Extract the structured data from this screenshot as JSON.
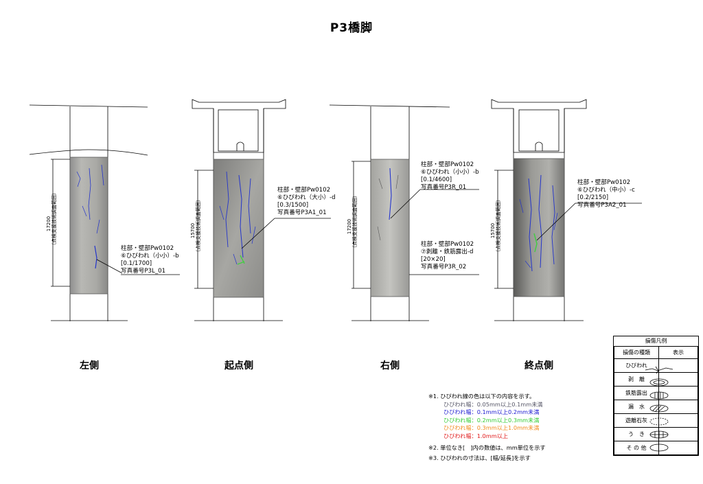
{
  "title": "P3橋脚",
  "views": [
    {
      "label": "左側",
      "dimension": "17200",
      "dim_note": "（点検支援技術調査範囲）",
      "annotations": [
        {
          "lines": [
            "柱部・壁部Pw0102",
            "⑥ひびわれ（小小）-b",
            "[0.1/1700]",
            "写真番号P3L_01"
          ]
        }
      ]
    },
    {
      "label": "起点側",
      "dimension": "15700",
      "dim_note": "（点検支援技術調査範囲）",
      "annotations": [
        {
          "lines": [
            "柱部・壁部Pw0102",
            "⑥ひびわれ（大小）-d",
            "[0.3/1500]",
            "写真番号P3A1_01"
          ]
        }
      ]
    },
    {
      "label": "右側",
      "dimension": "17200",
      "dim_note": "（点検支援技術調査範囲）",
      "annotations": [
        {
          "lines": [
            "柱部・壁部Pw0102",
            "⑥ひびわれ（小小）-b",
            "[0.1/4600]",
            "写真番号P3R_01"
          ]
        },
        {
          "lines": [
            "柱部・壁部Pw0102",
            "⑦剥離・鉄筋露出-d",
            "[20×20]",
            "写真番号P3R_02"
          ]
        }
      ]
    },
    {
      "label": "終点側",
      "dimension": "15700",
      "dim_note": "（点検支援技術調査範囲）",
      "annotations": [
        {
          "lines": [
            "柱部・壁部Pw0102",
            "⑥ひびわれ（中小）-c",
            "[0.2/2150]",
            "写真番号P3A2_01"
          ]
        }
      ]
    }
  ],
  "notes": {
    "n1": "※1. ひびわれ線の色は以下の内容を示す。",
    "crack_colors": [
      {
        "text": "ひびわれ幅：0.05mm以上0.1mm未満",
        "color": "#555566"
      },
      {
        "text": "ひびわれ幅：0.1mm以上0.2mm未満",
        "color": "#1a1ad0"
      },
      {
        "text": "ひびわれ幅：0.2mm以上0.3mm未満",
        "color": "#33cc33"
      },
      {
        "text": "ひびわれ幅：0.3mm以上1.0mm未満",
        "color": "#f08a1c"
      },
      {
        "text": "ひびわれ幅：1.0mm以上",
        "color": "#e01818"
      }
    ],
    "n2": "※2. 単位なき[　]内の数値は、mm単位を示す",
    "n3": "※3. ひびわれの寸法は、[幅/延長]を示す"
  },
  "legend": {
    "title": "損傷凡例",
    "col_type": "損傷の種類",
    "col_symbol": "表示",
    "rows": [
      {
        "type": "ひびわれ",
        "icon": "crack-symbol-icon"
      },
      {
        "type": "剥　離",
        "icon": "spalling-symbol-icon"
      },
      {
        "type": "鉄筋露出",
        "icon": "rebar-exposure-symbol-icon"
      },
      {
        "type": "漏　水",
        "icon": "leakage-symbol-icon"
      },
      {
        "type": "遊離石灰",
        "icon": "efflorescence-symbol-icon"
      },
      {
        "type": "う　き",
        "icon": "delamination-symbol-icon"
      },
      {
        "type": "そ の 他",
        "icon": "other-symbol-icon"
      }
    ]
  }
}
